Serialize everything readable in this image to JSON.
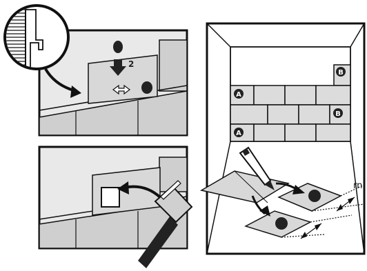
{
  "panels": {
    "top_left": {
      "step_number": "2"
    },
    "right": {
      "marker_a": "A",
      "marker_b": "B"
    }
  },
  "side_text": "rn",
  "colors": {
    "outline": "#111111",
    "wall_fill": "#e8e8e8",
    "tile_fill": "#c9c9c9",
    "dark": "#222222",
    "background": "#ffffff"
  }
}
